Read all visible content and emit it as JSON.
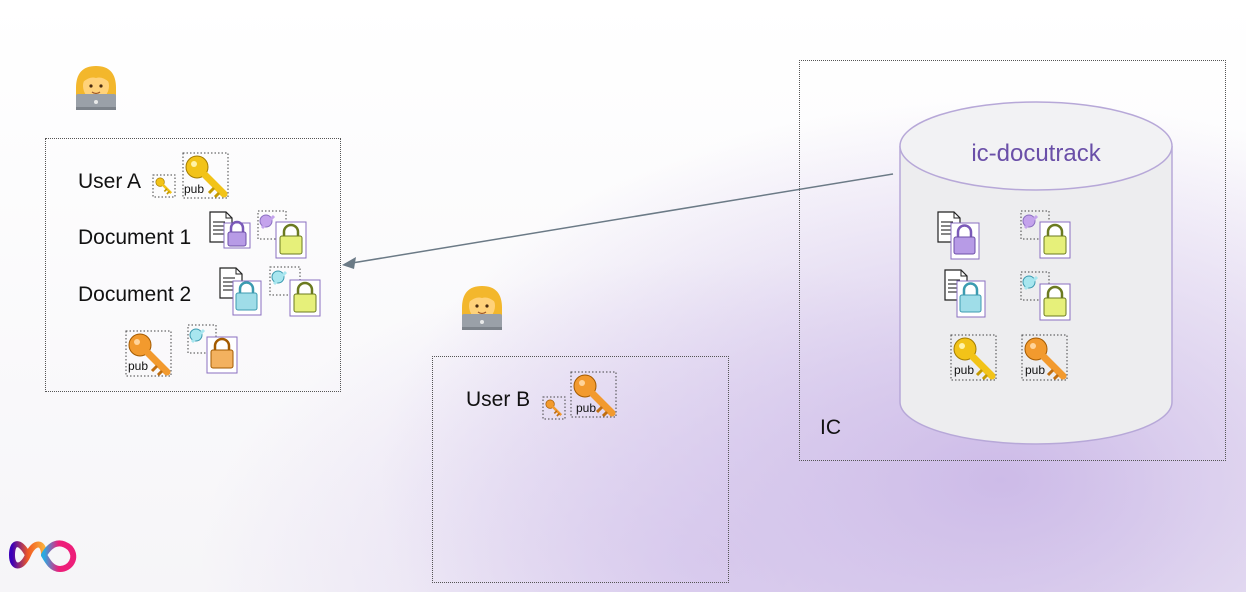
{
  "user_a": {
    "label": "User A",
    "pub_label": "pub",
    "documents": [
      {
        "label": "Document 1",
        "lock_color": "#b79be6",
        "key_color": "#c4a3ec"
      },
      {
        "label": "Document 2",
        "lock_color": "#9fdde8",
        "key_color": "#a8e6ef"
      }
    ],
    "shared_pub_label": "pub"
  },
  "user_b": {
    "label": "User B",
    "pub_label": "pub"
  },
  "ic": {
    "region_label": "IC",
    "canister_label": "ic-docutrack",
    "pub_labels": [
      "pub",
      "pub"
    ]
  },
  "colors": {
    "canister_title": "#6a4fa8",
    "arrow": "#6b7a86",
    "gold_key": "#f2c318",
    "orange_key": "#f29a2e",
    "lime_lock": "#e6f07a",
    "orange_lock": "#f3b15f"
  },
  "icons": {
    "user": "woman-technologist-icon",
    "logo": "infinity-logo-icon"
  }
}
